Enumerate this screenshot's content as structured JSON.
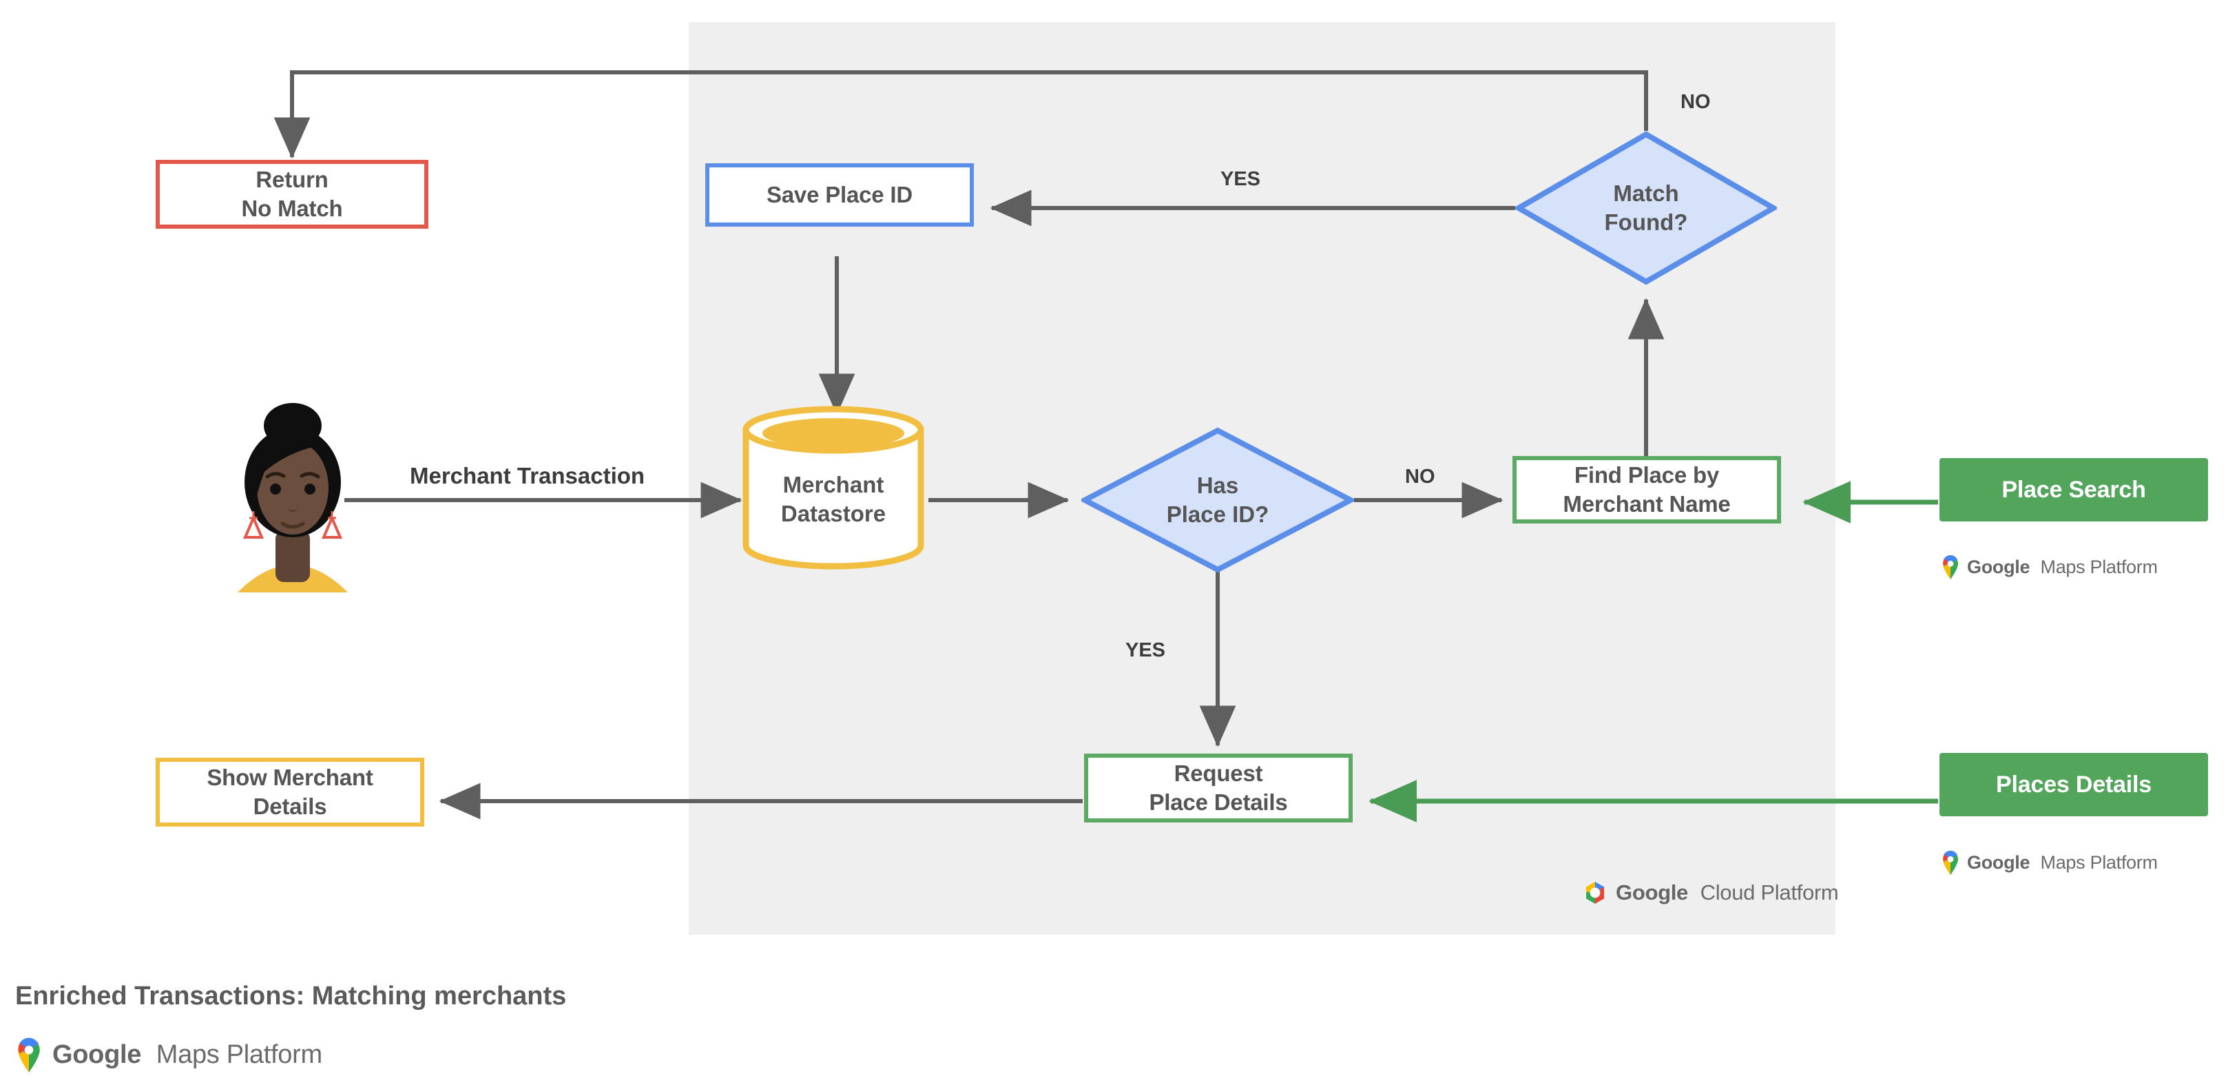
{
  "diagram": {
    "title": "Enriched Transactions: Matching merchants",
    "footer_logo": {
      "brand": "Google",
      "product": "Maps Platform",
      "icon": "google-maps-pin-icon"
    },
    "panel": {
      "platform_logo": {
        "brand": "Google",
        "product": "Cloud Platform",
        "icon": "google-cloud-hexagon-icon"
      }
    },
    "nodes": [
      {
        "id": "return-no-match",
        "label_line1": "Return",
        "label_line2": "No Match",
        "shape": "rect",
        "color": "#E2584A"
      },
      {
        "id": "save-place-id",
        "label_line1": "Save Place ID",
        "label_line2": "",
        "shape": "rect",
        "color": "#5B8EE8"
      },
      {
        "id": "match-found",
        "label_line1": "Match",
        "label_line2": "Found?",
        "shape": "diamond",
        "color": "#5B8EE8",
        "fill": "#D6E2F9"
      },
      {
        "id": "merchant-datastore",
        "label_line1": "Merchant",
        "label_line2": "Datastore",
        "shape": "cylinder",
        "color": "#F2BE42"
      },
      {
        "id": "has-place-id",
        "label_line1": "Has",
        "label_line2": "Place ID?",
        "shape": "diamond",
        "color": "#5B8EE8",
        "fill": "#D6E2F9"
      },
      {
        "id": "find-place-by-merchant-name",
        "label_line1": "Find Place by",
        "label_line2": "Merchant Name",
        "shape": "rect",
        "color": "#5BA962"
      },
      {
        "id": "request-place-details",
        "label_line1": "Request",
        "label_line2": "Place Details",
        "shape": "rect",
        "color": "#5BA962"
      },
      {
        "id": "show-merchant-details",
        "label_line1": "Show Merchant",
        "label_line2": "Details",
        "shape": "rect",
        "color": "#F2BE42"
      },
      {
        "id": "place-search",
        "label_line1": "Place Search",
        "label_line2": "",
        "shape": "rect-solid",
        "color": "#53A55C"
      },
      {
        "id": "places-details",
        "label_line1": "Places Details",
        "label_line2": "",
        "shape": "rect-solid",
        "color": "#53A55C"
      }
    ],
    "edge_labels": {
      "merchant_transaction": "Merchant Transaction",
      "has_place_id_no": "NO",
      "has_place_id_yes": "YES",
      "match_found_yes": "YES",
      "match_found_no": "NO"
    },
    "api_logos": {
      "place_search": {
        "brand": "Google",
        "product": "Maps Platform",
        "icon": "google-maps-pin-icon"
      },
      "places_details": {
        "brand": "Google",
        "product": "Maps Platform",
        "icon": "google-maps-pin-icon"
      }
    },
    "actor": {
      "id": "customer-avatar",
      "icon": "person-avatar-icon"
    },
    "colors": {
      "panel_bg": "#efefef",
      "arrow_gray": "#5f5f5f",
      "arrow_green": "#4A9B54",
      "text_gray": "#555555",
      "red": "#E2584A",
      "blue": "#5B8EE8",
      "blue_fill": "#D6E2F9",
      "green": "#5BA962",
      "green_solid": "#53A55C",
      "amber": "#F2BE42"
    }
  }
}
